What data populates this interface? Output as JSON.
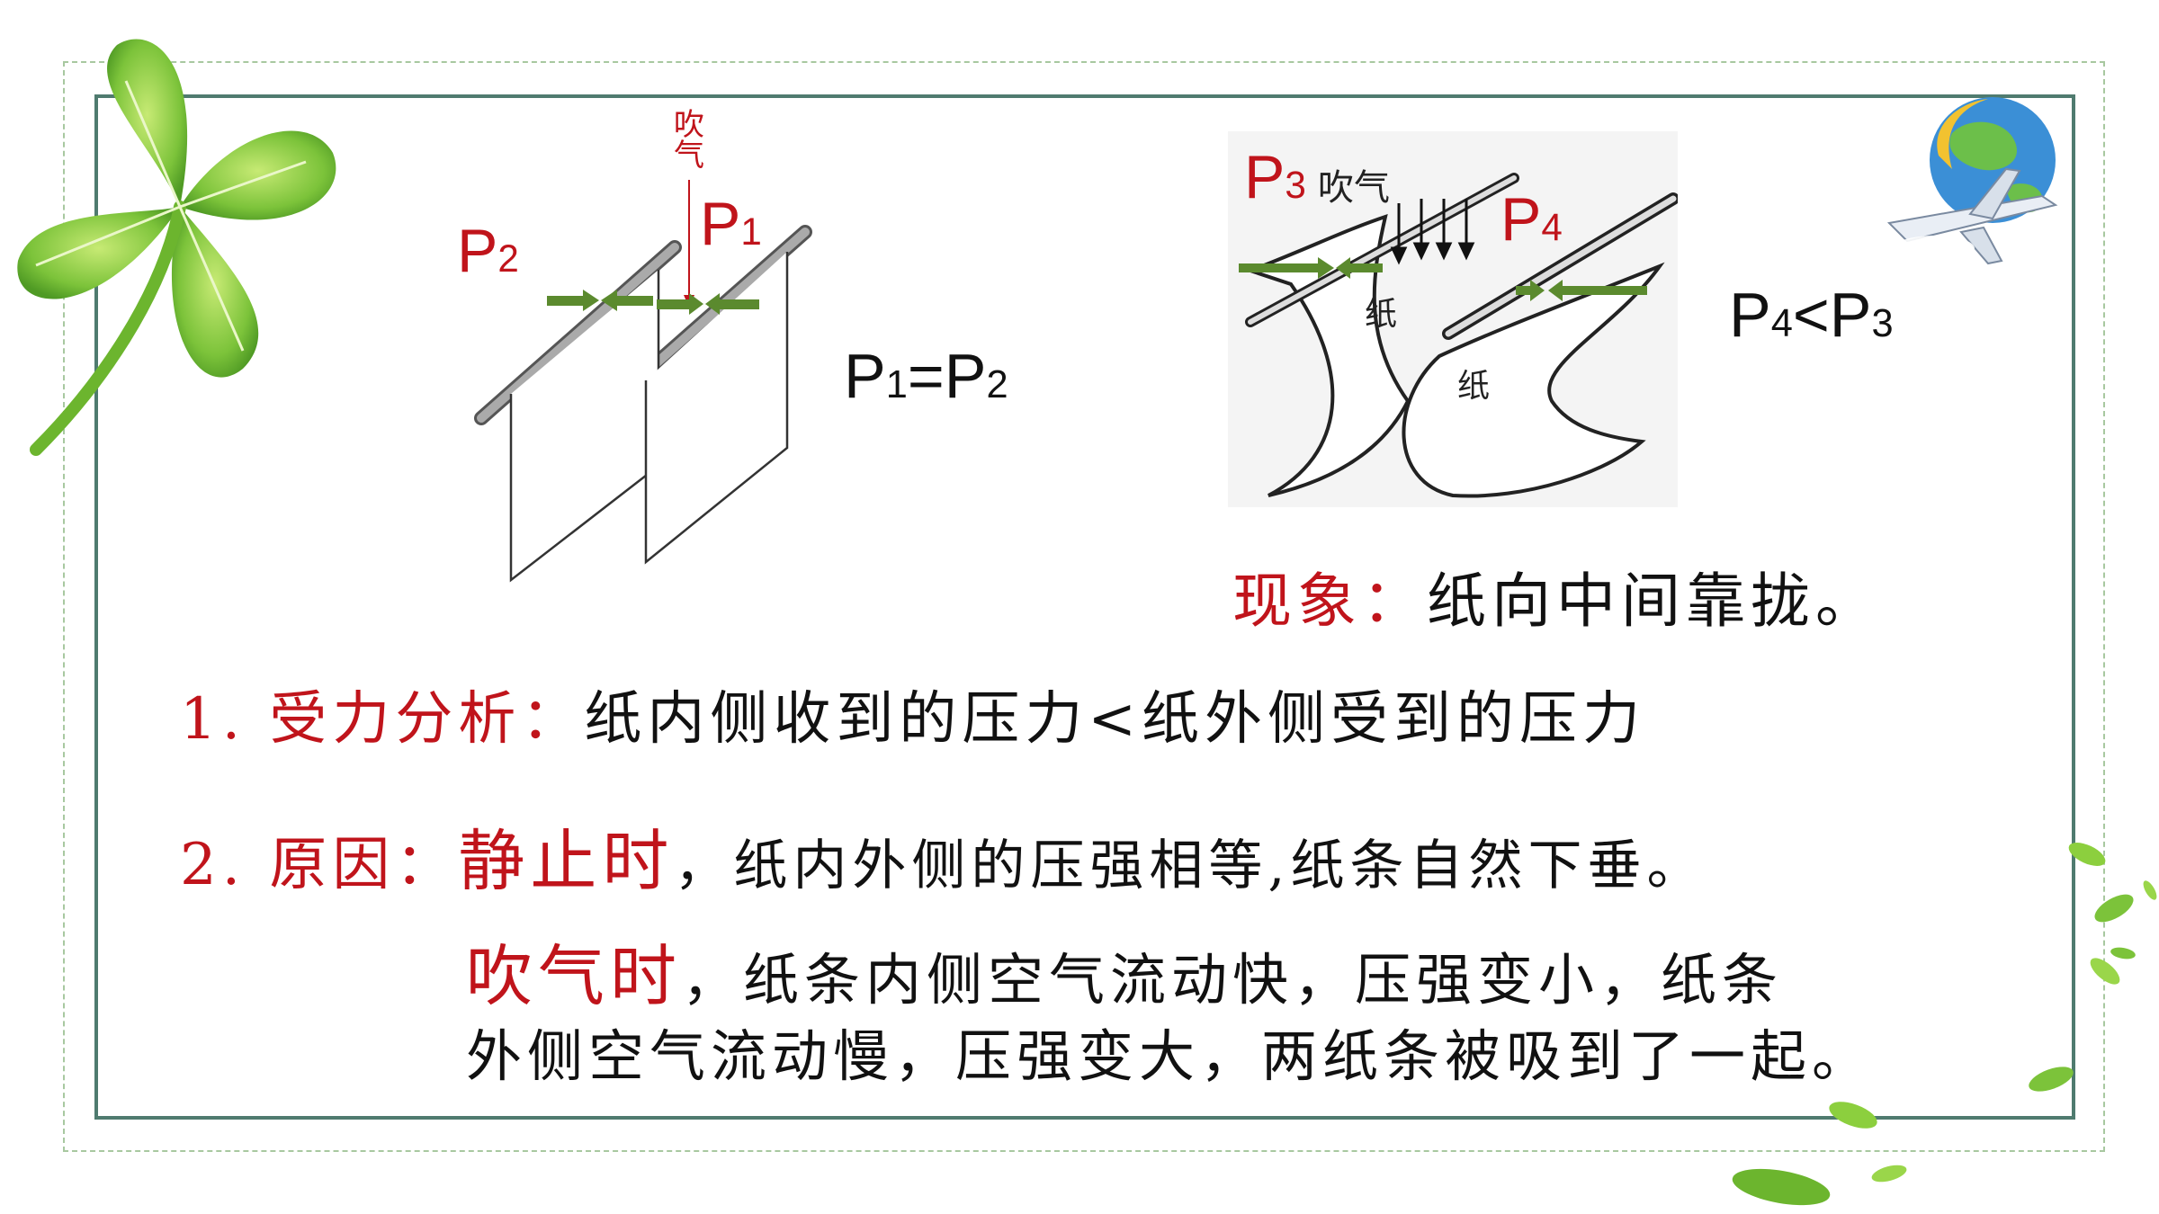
{
  "diagram_left": {
    "blow_label": "吹气",
    "p1_label": "P",
    "p1_sub": "1",
    "p2_label": "P",
    "p2_sub": "2"
  },
  "eq_left": {
    "p1": "P",
    "s1": "1",
    "op": "=",
    "p2": "P",
    "s2": "2"
  },
  "diagram_right": {
    "p3_label": "P",
    "p3_sub": "3",
    "blow_label": "吹气",
    "p4_label": "P",
    "p4_sub": "4",
    "paper_label_1": "纸",
    "paper_label_2": "纸"
  },
  "eq_right": {
    "p4": "P",
    "s4": "4",
    "op": "<",
    "p3": "P",
    "s3": "3"
  },
  "phenomenon": {
    "label": "现象：",
    "text": "纸向中间靠拢。"
  },
  "analysis": {
    "label": "1. 受力分析：",
    "text": "纸内侧收到的压力<纸外侧受到的压力"
  },
  "reason": {
    "label": "2. 原因：",
    "still_label": "静止时",
    "still_text": "，纸内外侧的压强相等,纸条自然下垂。",
    "blow_label": "吹气时",
    "blow_text_1": "，纸条内侧空气流动快，压强变小，纸条",
    "blow_text_2": "外侧空气流动慢，压强变大，两纸条被吸到了一起。"
  },
  "colors": {
    "red": "#c0141b",
    "arrow_green": "#5b8a2e",
    "frame": "#4f7b6f"
  }
}
